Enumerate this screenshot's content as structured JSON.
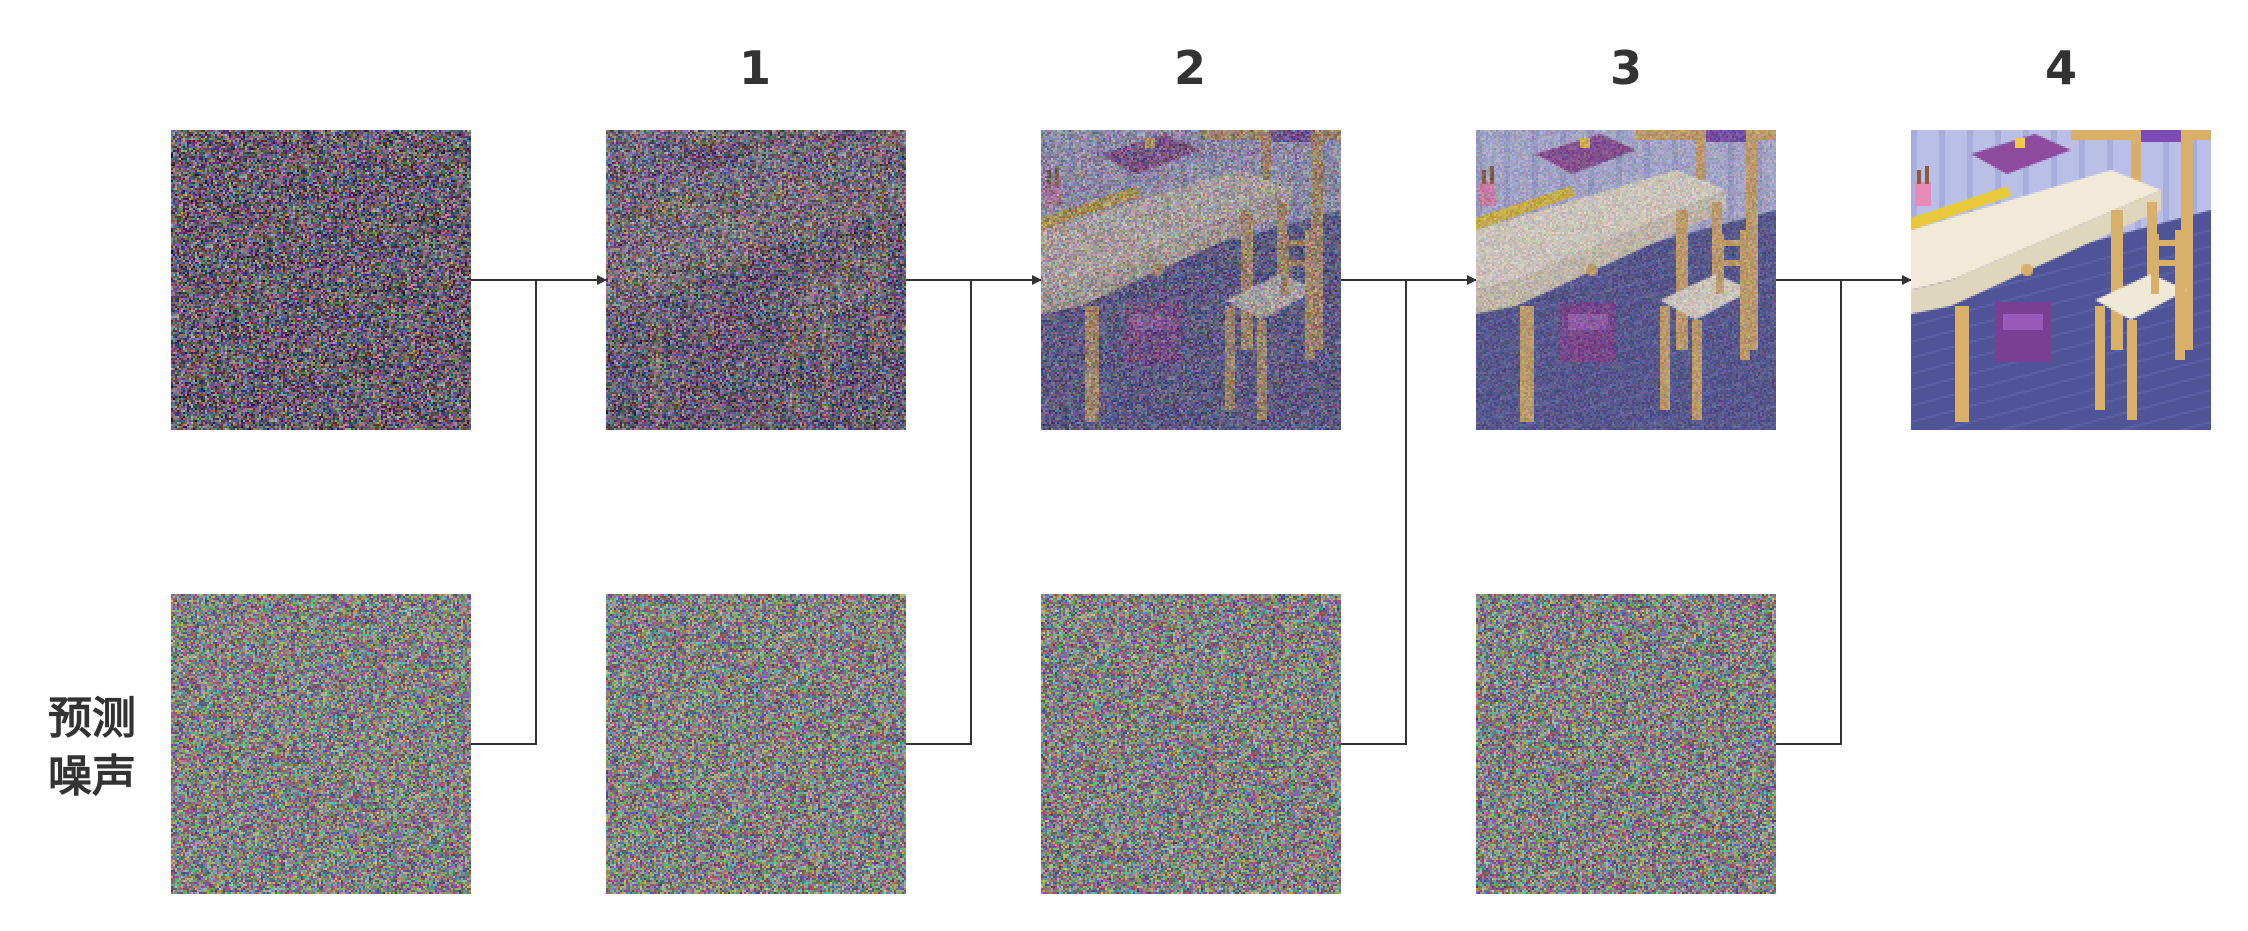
{
  "steps": [
    {
      "label": "1",
      "signal": 0.12
    },
    {
      "label": "2",
      "signal": 0.45
    },
    {
      "label": "3",
      "signal": 0.72
    },
    {
      "label": "4",
      "signal": 1.0
    }
  ],
  "start_signal": 0.0,
  "side_label": {
    "line1": "预测",
    "line2": "噪声"
  },
  "colors": {
    "text": "#333333",
    "arrow": "#333333",
    "floor": "#4f5496",
    "wall": "#b9bfe6",
    "desk_top": "#f0ead6",
    "wood": "#d9b06a",
    "book": "#8e4a9c",
    "bag": "#7a3f93",
    "ruler": "#e8c93a"
  }
}
